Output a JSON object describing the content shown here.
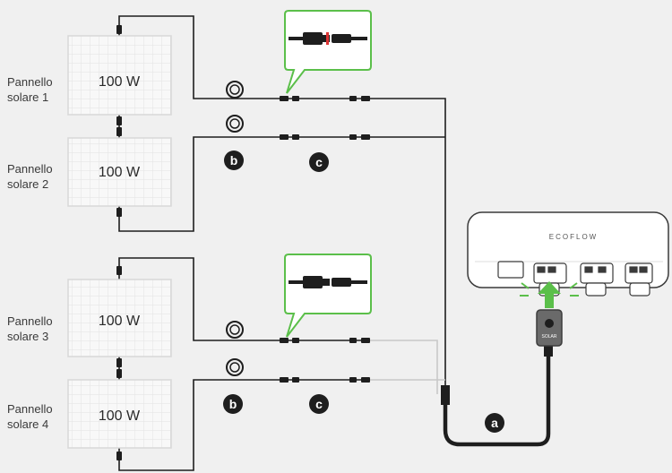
{
  "panels": [
    {
      "label_line1": "Pannello",
      "label_line2": "solare 1",
      "power": "100 W"
    },
    {
      "label_line1": "Pannello",
      "label_line2": "solare 2",
      "power": "100 W"
    },
    {
      "label_line1": "Pannello",
      "label_line2": "solare 3",
      "power": "100 W"
    },
    {
      "label_line1": "Pannello",
      "label_line2": "solare 4",
      "power": "100 W"
    }
  ],
  "markers": {
    "a": "a",
    "b": "b",
    "c": "c"
  },
  "device": {
    "brand_text": "ECOFLOW",
    "port_label": "SOLAR"
  },
  "colors": {
    "background": "#f0f0f0",
    "panel_fill": "#f8f8f8",
    "panel_grid": "#e2e2e2",
    "wire": "#1e1e1e",
    "wire_light": "#c8c8c8",
    "highlight_green": "#5bbf4a",
    "marker_fill": "#1e1e1e",
    "marker_text": "#ffffff"
  }
}
